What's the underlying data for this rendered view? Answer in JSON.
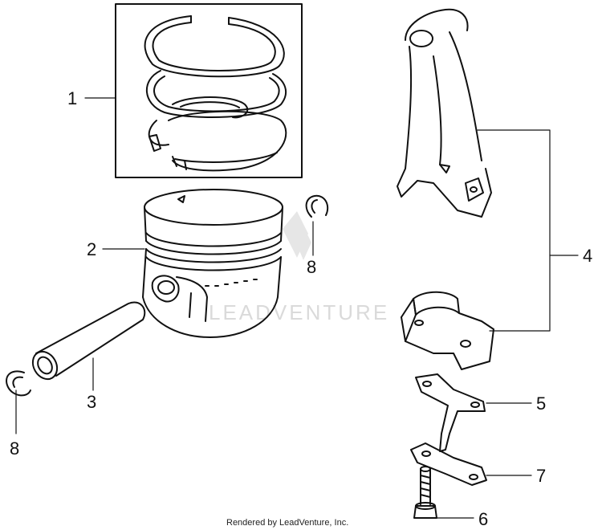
{
  "callouts": {
    "ring_set": "1",
    "piston": "2",
    "piston_pin": "3",
    "connecting_rod": "4",
    "lock_plate": "5",
    "bolt": "6",
    "oil_dipper": "7",
    "clip_right": "8",
    "clip_left": "8"
  },
  "watermark": "LEADVENTURE",
  "footer": "Rendered by LeadVenture, Inc."
}
